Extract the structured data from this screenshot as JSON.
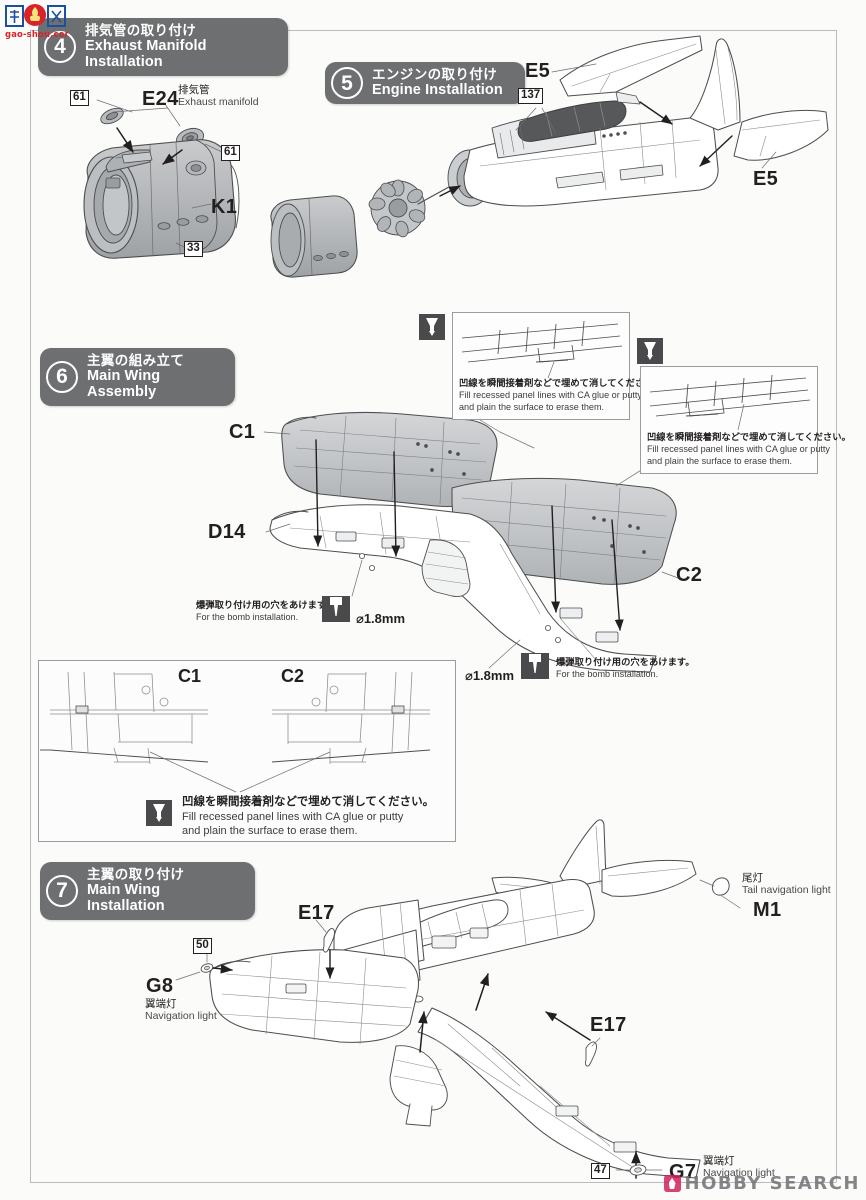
{
  "page": {
    "sheet_kind": "model-kit-instruction-sheet",
    "background_color": "#fbfbfa",
    "border_color": "#b9bbbd"
  },
  "watermarks": {
    "top_left": "gao-shou.com",
    "bottom_right": "HOBBY SEARCH"
  },
  "steps": [
    {
      "number": "4",
      "title_jp": "排気管の取り付け",
      "title_en": "Exhaust Manifold Installation"
    },
    {
      "number": "5",
      "title_jp": "エンジンの取り付け",
      "title_en": "Engine Installation"
    },
    {
      "number": "6",
      "title_jp": "主翼の組み立て",
      "title_en": "Main Wing Assembly"
    },
    {
      "number": "7",
      "title_jp": "主翼の取り付け",
      "title_en": "Main Wing Installation"
    }
  ],
  "step4": {
    "parts": [
      {
        "id": "E24",
        "jp": "排気管",
        "en": "Exhaust manifold"
      },
      {
        "id": "K1"
      }
    ],
    "numbers": [
      "61",
      "61",
      "33"
    ]
  },
  "step5": {
    "parts": [
      {
        "id": "E5"
      },
      {
        "id": "E5"
      }
    ],
    "numbers": [
      "137"
    ]
  },
  "step6": {
    "parts": [
      {
        "id": "C1"
      },
      {
        "id": "C2"
      },
      {
        "id": "D14"
      }
    ],
    "notes": [
      {
        "jp": "凹線を瞬間接着剤などで埋めて消してください。",
        "en_line1": "Fill recessed panel lines with CA glue or putty",
        "en_line2": "and plain the surface to erase them.",
        "icon": "putty-fill-icon"
      },
      {
        "jp": "凹線を瞬間接着剤などで埋めて消してください。",
        "en_line1": "Fill recessed panel lines with CA glue or putty",
        "en_line2": "and plain the surface to erase them.",
        "icon": "putty-fill-icon"
      }
    ],
    "drill_notes": [
      {
        "jp": "爆弾取り付け用の穴をあけます。",
        "en": "For the bomb installation.",
        "diameter": "⌀1.8mm",
        "icon": "drill-hole-icon"
      },
      {
        "jp": "爆弾取り付け用の穴をあけます。",
        "en": "For the bomb installation.",
        "diameter": "⌀1.8mm",
        "icon": "drill-hole-icon"
      }
    ]
  },
  "detail_panel": {
    "labels": [
      "C1",
      "C2"
    ],
    "note": {
      "jp": "凹線を瞬間接着剤などで埋めて消してください。",
      "en_line1": "Fill recessed panel lines with CA glue or putty",
      "en_line2": "and plain the surface to erase them.",
      "icon": "putty-fill-icon"
    }
  },
  "step7": {
    "parts": [
      {
        "id": "E17"
      },
      {
        "id": "E17"
      },
      {
        "id": "M1",
        "jp": "尾灯",
        "en": "Tail navigation light"
      },
      {
        "id": "G8",
        "jp": "翼端灯",
        "en": "Navigation light"
      },
      {
        "id": "G7",
        "jp": "翼端灯",
        "en": "Navigation light"
      }
    ],
    "numbers": [
      "50",
      "47"
    ]
  },
  "colors": {
    "pill": "#6e6f71",
    "ink": "#231f20",
    "line": "#6d6e71",
    "shade": "#9b9da1",
    "icon_dark": "#4a4a4c",
    "hobby_pink": "#d2225b"
  }
}
